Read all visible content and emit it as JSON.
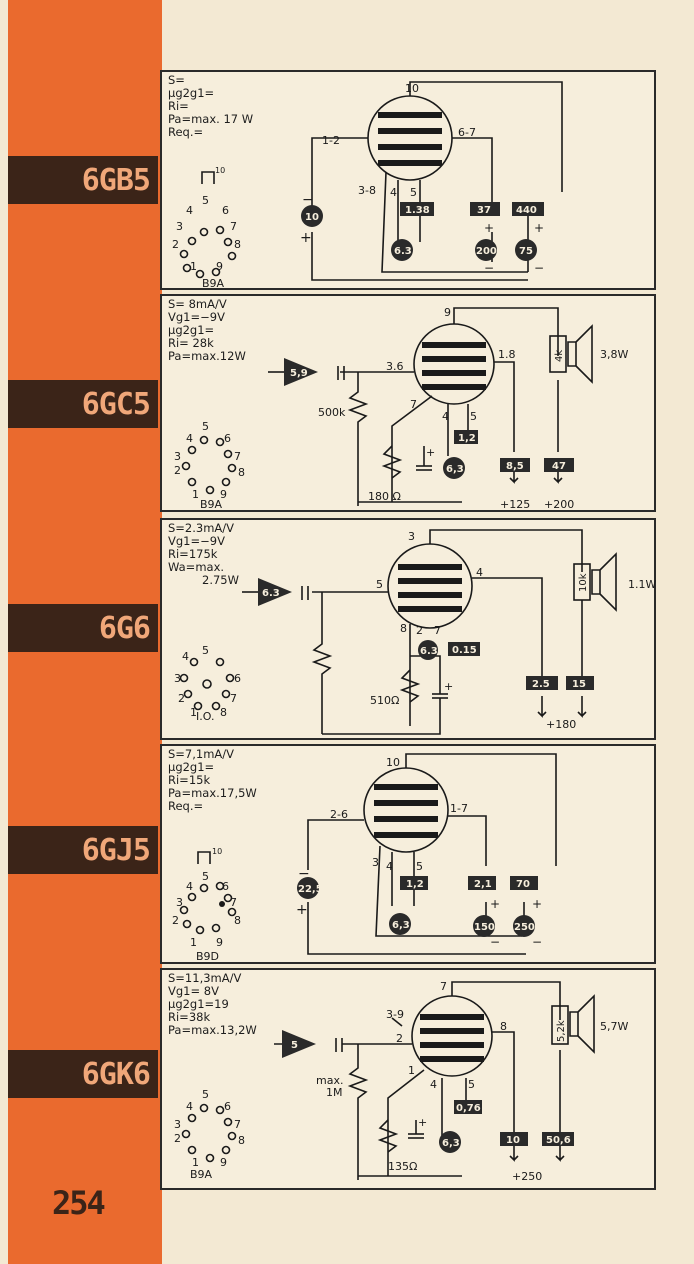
{
  "page_number": "254",
  "tubes": [
    {
      "name": "6GB5",
      "specs": [
        "S=",
        "μg2g1=",
        "Ri=",
        "Pa=max. 17 W",
        "Req.="
      ],
      "base": "B9A",
      "pins": {
        "p1": "1",
        "p2": "2",
        "p3": "3",
        "p4": "4",
        "p5": "5",
        "p6": "6",
        "p7": "7",
        "p8": "8",
        "p9": "9",
        "top": "10"
      },
      "electrodes": {
        "grid": "1-2",
        "cathode": "3-8",
        "heater_a": "4",
        "heater_b": "5",
        "anode": "6-7",
        "top": "10"
      },
      "values": {
        "bias": "10",
        "heater_v": "6.3",
        "heater_a": "1.38",
        "g2_ma": "37",
        "g2_v": "200",
        "anode_ma": "440",
        "anode_v": "75"
      }
    },
    {
      "name": "6GC5",
      "specs": [
        "S= 8mA/V",
        "Vg1=−9V",
        "μg2g1=",
        "Ri= 28k",
        "Pa=max.12W"
      ],
      "base": "B9A",
      "pins": {
        "p1": "1",
        "p2": "2",
        "p3": "3",
        "p4": "4",
        "p5": "5",
        "p6": "6",
        "p7": "7",
        "p8": "8",
        "p9": "9"
      },
      "electrodes": {
        "top": "9",
        "grid": "3.6",
        "right": "1.8",
        "cathode": "7",
        "heater_a": "4",
        "heater_b": "5"
      },
      "values": {
        "input": "5,9",
        "grid_r": "500k",
        "cathode_r": "180 Ω",
        "heater_v": "6,3",
        "heater_a": "1,2",
        "g2_ma": "8,5",
        "anode_ma": "47",
        "g2_v": "+125",
        "anode_v": "+200",
        "load": "4k",
        "power": "3,8W"
      }
    },
    {
      "name": "6G6",
      "specs": [
        "S=2.3mA/V",
        "Vg1=−9V",
        "Ri=175k",
        "Wa=max.",
        "2.75W"
      ],
      "base": "I.O.",
      "pins": {
        "p1": "1",
        "p2": "2",
        "p3": "3",
        "p4": "4",
        "p5": "5",
        "p6": "6",
        "p7": "7",
        "p8": "8"
      },
      "electrodes": {
        "top": "3",
        "grid": "5",
        "anode": "4",
        "cathode": "8",
        "heater_a": "2",
        "heater_b": "7"
      },
      "values": {
        "input": "6.3",
        "heater_v": "6.3",
        "heater_a": "0.15",
        "cathode_r": "510Ω",
        "g2_ma": "2.5",
        "anode_ma": "15",
        "supply": "+180",
        "load": "10k",
        "power": "1.1W"
      }
    },
    {
      "name": "6GJ5",
      "specs": [
        "S=7,1mA/V",
        "μg2g1=",
        "Ri=15k",
        "Pa=max.17,5W",
        "Req.="
      ],
      "base": "B9D",
      "pins": {
        "p1": "1",
        "p2": "2",
        "p3": "3",
        "p4": "4",
        "p5": "5",
        "p6": "6",
        "p7": "7",
        "p8": "8",
        "p9": "9",
        "top": "10"
      },
      "electrodes": {
        "grid": "2-6",
        "cathode": "3",
        "heater_a": "4",
        "heater_b": "5",
        "anode": "1-7",
        "top": "10"
      },
      "values": {
        "bias": "22,5",
        "heater_v": "6,3",
        "heater_a": "1,2",
        "g2_ma": "2,1",
        "g2_v": "150",
        "anode_ma": "70",
        "anode_v": "250"
      }
    },
    {
      "name": "6GK6",
      "specs": [
        "S=11,3mA/V",
        "Vg1= 8V",
        "μg2g1=19",
        "Ri=38k",
        "Pa=max.13,2W"
      ],
      "base": "B9A",
      "pins": {
        "p1": "1",
        "p2": "2",
        "p3": "3",
        "p4": "4",
        "p5": "5",
        "p6": "6",
        "p7": "7",
        "p8": "8",
        "p9": "9"
      },
      "electrodes": {
        "top": "7",
        "grid_a": "3-9",
        "grid_b": "2",
        "anode": "8",
        "cathode": "1",
        "heater_a": "4",
        "heater_b": "5"
      },
      "values": {
        "input": "5",
        "grid_r": "max.",
        "grid_r2": "1M",
        "cathode_r": "135Ω",
        "heater_v": "6,3",
        "heater_a": "0,76",
        "g2_ma": "10",
        "anode_ma": "50,6",
        "supply": "+250",
        "load": "5,2k",
        "power": "5,7W"
      }
    }
  ]
}
